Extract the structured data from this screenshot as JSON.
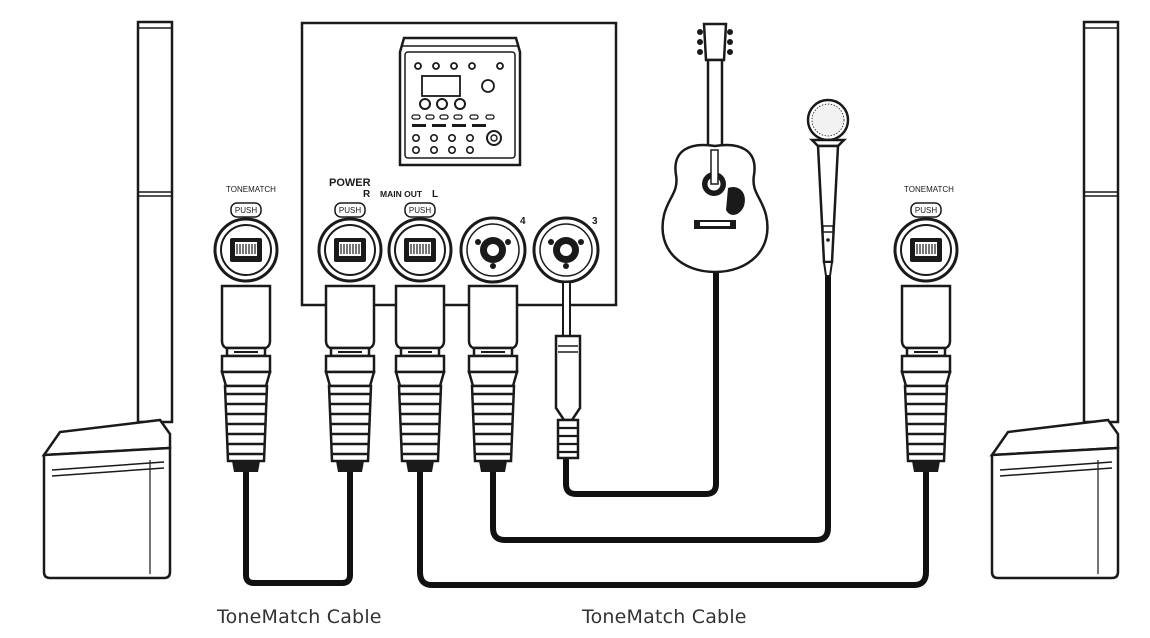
{
  "labels": {
    "power": "POWER",
    "r": "R",
    "main_out": "MAIN OUT",
    "l": "L",
    "ch4": "4",
    "ch3": "3",
    "push": "PUSH",
    "tonematch_left": "TONEMATCH",
    "tonematch_right": "TONEMATCH"
  },
  "captions": {
    "left": "ToneMatch Cable",
    "right": "ToneMatch Cable"
  },
  "colors": {
    "line": "#1a1a1a",
    "cable": "#111111",
    "caption": "#333333"
  }
}
